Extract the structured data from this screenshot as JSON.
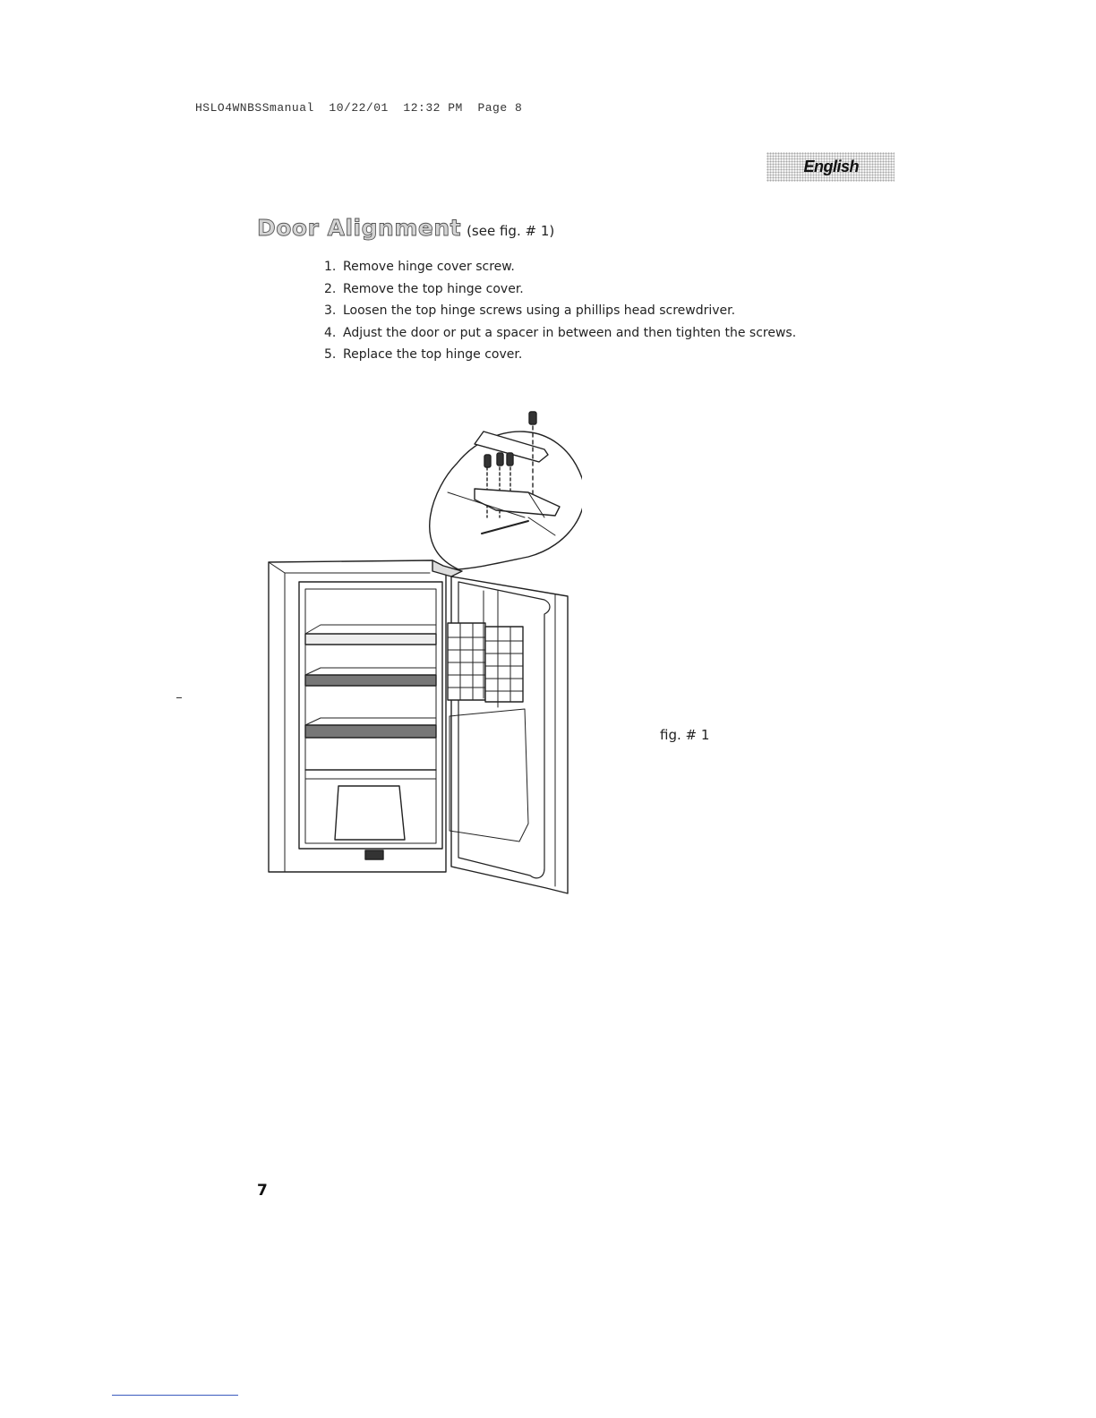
{
  "print_header": "HSLO4WNBSSmanual  10/22/01  12:32 PM  Page 8",
  "language_tab": "English",
  "section": {
    "title": "Door Alignment",
    "reference": "(see fig. # 1)"
  },
  "steps": [
    {
      "num": "1.",
      "text": "Remove hinge cover screw."
    },
    {
      "num": "2.",
      "text": "Remove the top hinge cover."
    },
    {
      "num": "3.",
      "text": "Loosen the top hinge screws using a phillips head screwdriver."
    },
    {
      "num": "4.",
      "text": "Adjust the door or put a spacer in between and then tighten the screws."
    },
    {
      "num": "5.",
      "text": "Replace the top hinge cover."
    }
  ],
  "figure_caption": "fig. # 1",
  "page_number": "7"
}
